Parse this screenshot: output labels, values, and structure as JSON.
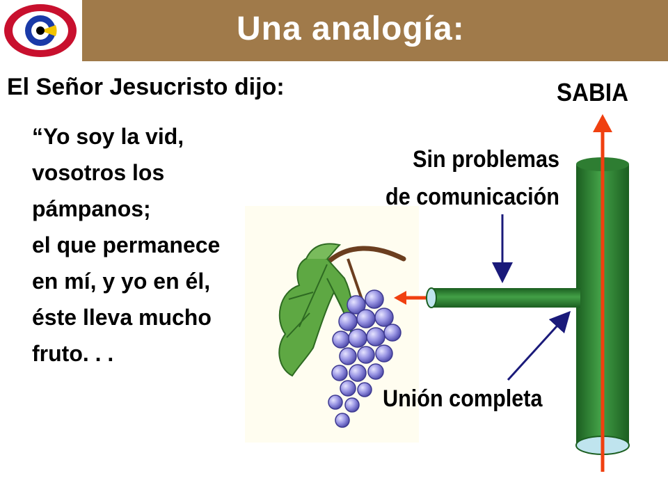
{
  "slide": {
    "title": "Una analogía:",
    "subtitle": "El Señor Jesucristo dijo:",
    "quote_lines": [
      "“Yo soy la vid,",
      "vosotros los",
      "pámpanos;",
      "el que permanece",
      "en mí, y yo en él,",
      "éste lleva mucho",
      "fruto. . ."
    ]
  },
  "diagram": {
    "sap_label": "SABIA",
    "no_problems_label_line1": "Sin problemas",
    "no_problems_label_line2": "de comunicación",
    "union_label": "Unión completa"
  },
  "colors": {
    "header_bg": "#a07a4a",
    "pipe_green": "#2e7d32",
    "arrow_red": "#f04010",
    "arrow_navy": "#1a1a7a",
    "grape_purple": "#8a86d8",
    "leaf_green": "#4f9a3a"
  },
  "icons": {
    "logo": "eye-logo-icon",
    "grapes": "grape-vine-illustration"
  }
}
